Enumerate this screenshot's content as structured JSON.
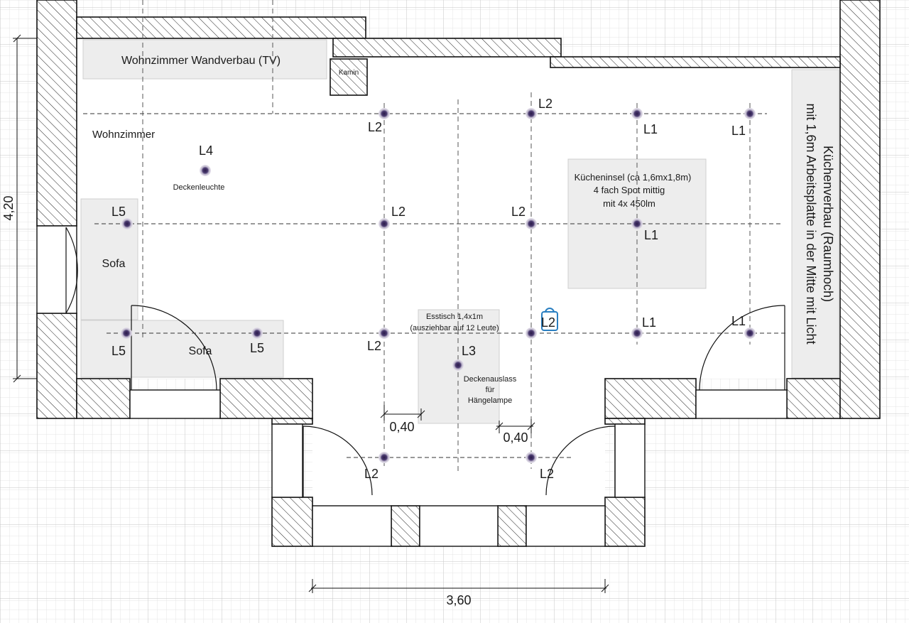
{
  "rooms": {
    "living": "Wohnzimmer"
  },
  "furniture": {
    "tv_unit": "Wohnzimmer Wandverbau (TV)",
    "fireplace": "Kamin",
    "sofa_1": "Sofa",
    "sofa_2": "Sofa",
    "island_line1": "Kücheninsel (ca 1,6mx1,8m)",
    "island_line2": "4 fach Spot mittig",
    "island_line3": "mit 4x 450lm",
    "table_line1": "Esstisch 1,4x1m",
    "table_line2": "(ausziehbar auf 12 Leute)",
    "kitchen_line1": "Küchenverbau (Raumhoch)",
    "kitchen_line2": "mit 1,6m Arbeitsplatte in der Mitte mit Licht"
  },
  "annotations": {
    "ceiling_light": "Deckenleuchte",
    "outlet_line1": "Deckenauslass",
    "outlet_line2": "für",
    "outlet_line3": "Hängelampe"
  },
  "lights": [
    {
      "id": "l2a",
      "label": "L2"
    },
    {
      "id": "l2b",
      "label": "L2"
    },
    {
      "id": "l1a",
      "label": "L1"
    },
    {
      "id": "l1b",
      "label": "L1"
    },
    {
      "id": "l4",
      "label": "L4"
    },
    {
      "id": "l5a",
      "label": "L5"
    },
    {
      "id": "l2c",
      "label": "L2"
    },
    {
      "id": "l2d",
      "label": "L2"
    },
    {
      "id": "l1c",
      "label": "L1"
    },
    {
      "id": "l5b",
      "label": "L5"
    },
    {
      "id": "l5c",
      "label": "L5"
    },
    {
      "id": "l2e",
      "label": "L2"
    },
    {
      "id": "l3",
      "label": "L3"
    },
    {
      "id": "l2f",
      "label": "L2"
    },
    {
      "id": "l1d",
      "label": "L1"
    },
    {
      "id": "l1e",
      "label": "L1"
    },
    {
      "id": "l2g",
      "label": "L2"
    },
    {
      "id": "l2h",
      "label": "L2"
    }
  ],
  "dimensions": {
    "height": "4,20",
    "width": "3,60",
    "spacing_left": "0,40",
    "spacing_right": "0,40"
  },
  "colors": {
    "background": "#ffffff",
    "grid_fine": "#e3e3e3",
    "grid_major": "#c4c4c4",
    "furniture": "#ededed",
    "light_point": "#3a2a5a",
    "selection": "#2a7fc1"
  }
}
